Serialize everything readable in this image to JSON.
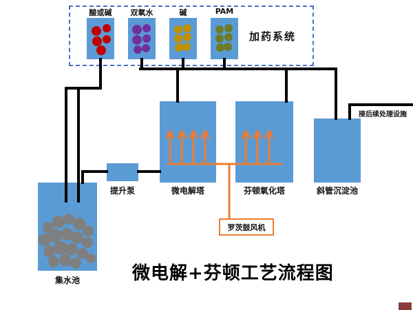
{
  "title": "微电解+芬顿工艺流程图",
  "dosing_system": {
    "label": "加药系统",
    "tanks": [
      {
        "label": "酸或碱",
        "color": "#c00000"
      },
      {
        "label": "双氧水",
        "color": "#7030a0"
      },
      {
        "label": "碱",
        "color": "#bf9000"
      },
      {
        "label": "PAM",
        "color": "#6e7b27"
      }
    ]
  },
  "units": {
    "collection_tank": "集水池",
    "lift_pump": "提升泵",
    "micro_electrolysis_tower": "微电解塔",
    "fenton_oxidation_tower": "芬顿氧化塔",
    "sedimentation_tank": "斜管沉淀池",
    "roots_blower": "罗茨鼓风机",
    "subsequent_treatment": "接后续处理设施"
  },
  "colors": {
    "tank_fill": "#5b9bd5",
    "pipe": "#000000",
    "aeration": "#ed7d31",
    "sludge": "#7f7f7f",
    "dashed_border": "#4472c4",
    "corner_mark": "#8a3b3b"
  }
}
